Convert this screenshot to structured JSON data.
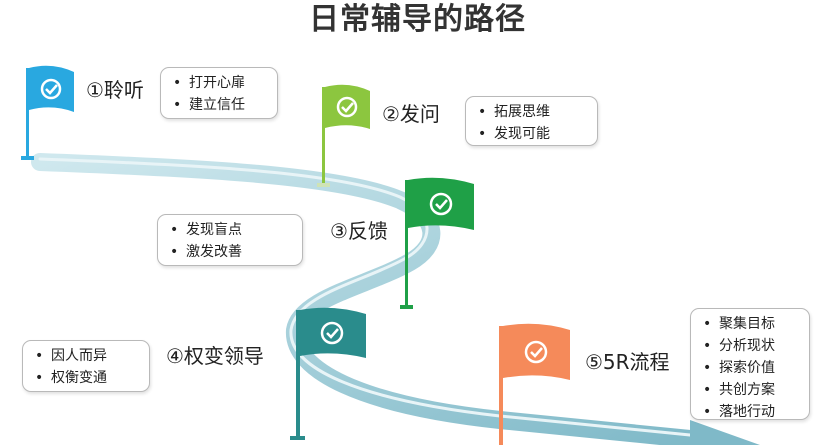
{
  "title": "日常辅导的路径",
  "steps": [
    {
      "label": "①聆听",
      "color": "#29a8e0",
      "items": [
        "打开心扉",
        "建立信任"
      ]
    },
    {
      "label": "②发问",
      "color": "#8cc63f",
      "items": [
        "拓展思维",
        "发现可能"
      ]
    },
    {
      "label": "③反馈",
      "color": "#1fa047",
      "items": [
        "发现盲点",
        "激发改善"
      ]
    },
    {
      "label": "④权变领导",
      "color": "#2a8c8c",
      "items": [
        "因人而异",
        "权衡变通"
      ]
    },
    {
      "label": "⑤5R流程",
      "color": "#f58a5a",
      "items": [
        "聚集目标",
        "分析现状",
        "探索价值",
        "共创方案",
        "落地行动"
      ]
    }
  ]
}
